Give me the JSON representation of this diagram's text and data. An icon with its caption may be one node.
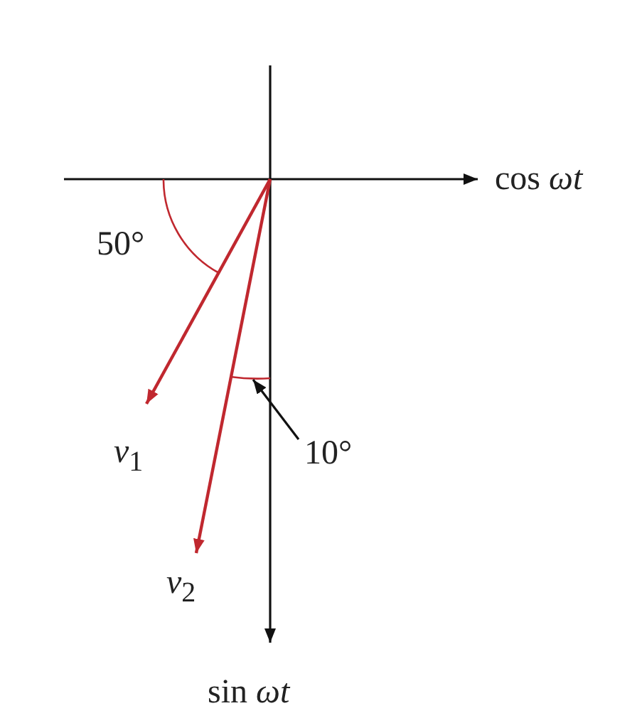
{
  "diagram": {
    "nodes": [
      {
        "text": [
          "10°"
        ]
      },
      {
        "text": [],
        "shape": "arc"
      }
    ],
    "edges": [
      {
        "from": 0,
        "to": 1,
        "arrow": "to"
      }
    ],
    "labels": [
      "cos *ωt*",
      "50°",
      "*v*$_{1}$",
      "*v*$_{2}$",
      "sin *ωt*"
    ]
  }
}
